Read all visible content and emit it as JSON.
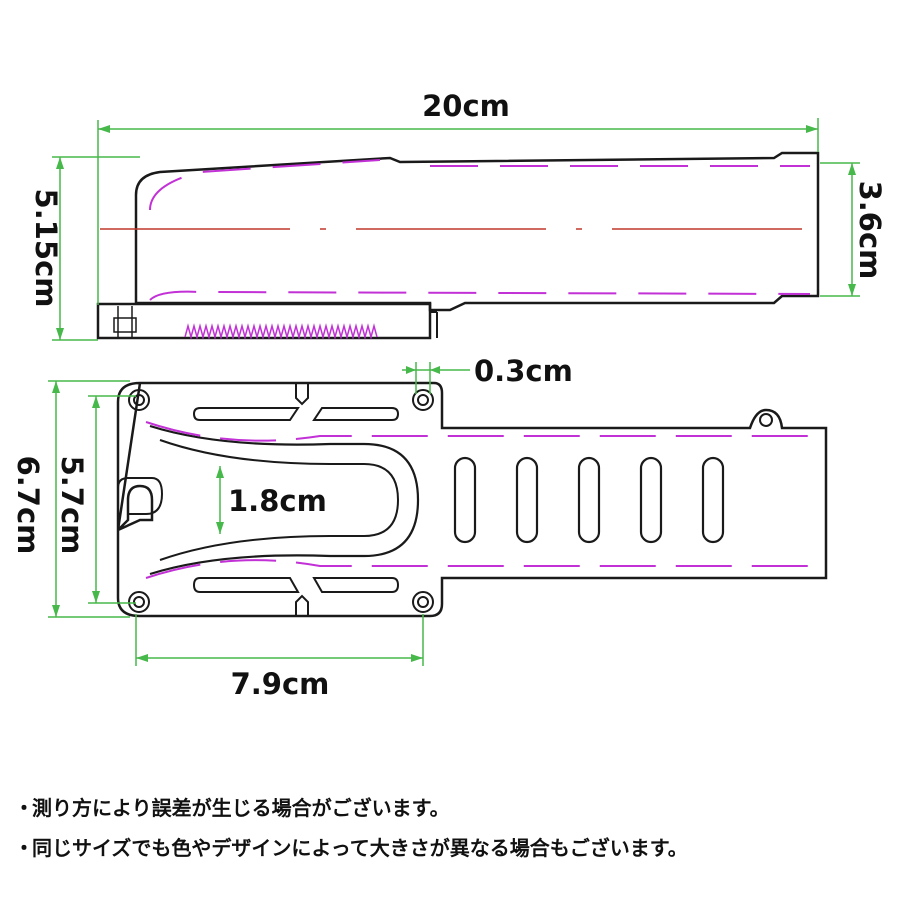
{
  "colors": {
    "outline": "#1a1a1a",
    "dimension": "#47b84a",
    "centerline": "#c0392b",
    "hidden_edge": "#c231d6"
  },
  "dimensions": {
    "total_length": "20cm",
    "side_height": "5.15cm",
    "tube_height": "3.6cm",
    "wall_thickness": "0.3cm",
    "total_width": "6.7cm",
    "inner_width": "5.7cm",
    "slot_width": "1.8cm",
    "head_length": "7.9cm"
  },
  "notes": [
    "測り方により誤差が生じる場合がございます。",
    "同じサイズでも色やデザインによって大きさが異なる場合もございます。"
  ]
}
